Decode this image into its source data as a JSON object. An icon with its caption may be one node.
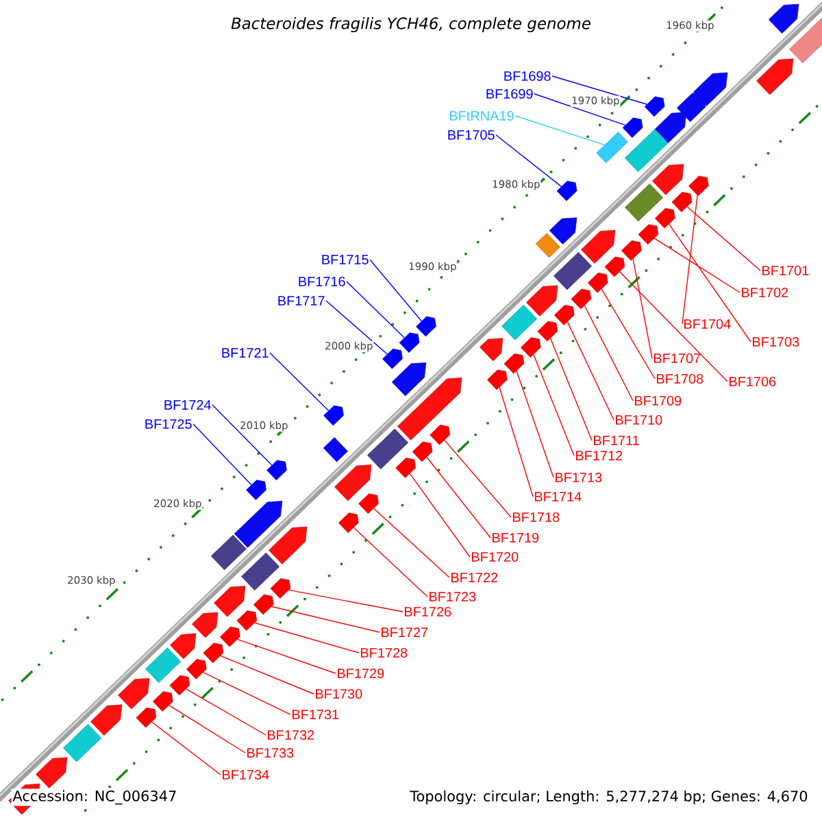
{
  "diagram": {
    "title": "Bacteroides fragilis YCH46, complete genome",
    "nodes": [
      {
        "text": [
          "BF1698"
        ]
      },
      {
        "text": [
          "BF1699"
        ]
      },
      {
        "text": [
          "BFtRNA19"
        ]
      },
      {
        "text": [
          "BF1705"
        ]
      },
      {
        "text": [
          "BF1715"
        ]
      },
      {
        "text": [
          "BF1716"
        ]
      },
      {
        "text": [
          "BF1717"
        ]
      },
      {
        "text": [
          "BF1721"
        ]
      },
      {
        "text": [
          "BF1724"
        ]
      },
      {
        "text": [
          "BF1725"
        ]
      },
      {
        "text": [
          "BF1701"
        ]
      },
      {
        "text": [
          "BF1702"
        ]
      },
      {
        "text": [
          "BF1704"
        ]
      },
      {
        "text": [
          "BF1703"
        ]
      },
      {
        "text": [
          "BF1707"
        ]
      },
      {
        "text": [
          "BF1706"
        ]
      },
      {
        "text": [
          "BF1708"
        ]
      },
      {
        "text": [
          "BF1709"
        ]
      },
      {
        "text": [
          "BF1710"
        ]
      },
      {
        "text": [
          "BF1711"
        ]
      },
      {
        "text": [
          "BF1712"
        ]
      },
      {
        "text": [
          "BF1713"
        ]
      },
      {
        "text": [
          "BF1714"
        ]
      },
      {
        "text": [
          "BF1718"
        ]
      },
      {
        "text": [
          "BF1719"
        ]
      },
      {
        "text": [
          "BF1720"
        ]
      },
      {
        "text": [
          "BF1722"
        ]
      },
      {
        "text": [
          "BF1723"
        ]
      },
      {
        "text": [
          "BF1726"
        ]
      },
      {
        "text": [
          "BF1727"
        ]
      },
      {
        "text": [
          "BF1728"
        ]
      },
      {
        "text": [
          "BF1729"
        ]
      },
      {
        "text": [
          "BF1730"
        ]
      },
      {
        "text": [
          "BF1731"
        ]
      },
      {
        "text": [
          "BF1732"
        ]
      },
      {
        "text": [
          "BF1733"
        ]
      },
      {
        "text": [
          "BF1734"
        ]
      },
      {
        "text": [],
        "shape": "arrow"
      },
      {
        "text": [],
        "shape": "arrow"
      },
      {
        "text": [],
        "shape": "box"
      },
      {
        "text": [],
        "shape": "arrow"
      },
      {
        "text": [],
        "shape": "arrow"
      },
      {
        "text": [],
        "shape": "arrow"
      },
      {
        "text": [],
        "shape": "arrow"
      },
      {
        "text": [],
        "shape": "arrow"
      },
      {
        "text": [],
        "shape": "arrow"
      },
      {
        "text": [],
        "shape": "arrow"
      },
      {
        "text": [],
        "shape": "arrow"
      },
      {
        "text": [],
        "shape": "arrow"
      },
      {
        "text": [],
        "shape": "arrow"
      },
      {
        "text": [],
        "shape": "arrow"
      },
      {
        "text": [],
        "shape": "arrow"
      },
      {
        "text": [],
        "shape": "arrow"
      },
      {
        "text": [],
        "shape": "arrow"
      },
      {
        "text": [],
        "shape": "arrow"
      },
      {
        "text": [],
        "shape": "arrow"
      },
      {
        "text": [],
        "shape": "arrow"
      },
      {
        "text": [],
        "shape": "arrow"
      },
      {
        "text": [],
        "shape": "arrow"
      },
      {
        "text": [],
        "shape": "arrow"
      },
      {
        "text": [],
        "shape": "arrow"
      },
      {
        "text": [],
        "shape": "arrow"
      },
      {
        "text": [],
        "shape": "arrow"
      },
      {
        "text": [],
        "shape": "arrow"
      },
      {
        "text": [],
        "shape": "arrow"
      },
      {
        "text": [],
        "shape": "arrow"
      },
      {
        "text": [],
        "shape": "arrow"
      },
      {
        "text": [],
        "shape": "arrow"
      },
      {
        "text": [],
        "shape": "arrow"
      },
      {
        "text": [],
        "shape": "arrow"
      },
      {
        "text": [],
        "shape": "arrow"
      },
      {
        "text": [],
        "shape": "arrow"
      },
      {
        "text": [],
        "shape": "arrow"
      },
      {
        "text": [],
        "shape": "arrow"
      }
    ],
    "edges": [
      {
        "from": 0,
        "to": 37,
        "arrow": "none",
        "color": "#0000ff"
      },
      {
        "from": 1,
        "to": 38,
        "arrow": "none",
        "color": "#0000ff"
      },
      {
        "from": 2,
        "to": 39,
        "arrow": "none",
        "color": "#33ccff"
      },
      {
        "from": 3,
        "to": 40,
        "arrow": "none",
        "color": "#0000ff"
      },
      {
        "from": 4,
        "to": 41,
        "arrow": "none",
        "color": "#0000ff"
      },
      {
        "from": 5,
        "to": 42,
        "arrow": "none",
        "color": "#0000ff"
      },
      {
        "from": 6,
        "to": 43,
        "arrow": "none",
        "color": "#0000ff"
      },
      {
        "from": 7,
        "to": 44,
        "arrow": "none",
        "color": "#0000ff"
      },
      {
        "from": 8,
        "to": 45,
        "arrow": "none",
        "color": "#0000ff"
      },
      {
        "from": 9,
        "to": 46,
        "arrow": "none",
        "color": "#0000ff"
      },
      {
        "from": 10,
        "to": 47,
        "arrow": "none"
      },
      {
        "from": 11,
        "to": 48,
        "arrow": "none"
      },
      {
        "from": 12,
        "to": 49,
        "arrow": "none"
      },
      {
        "from": 13,
        "to": 50,
        "arrow": "none"
      },
      {
        "from": 14,
        "to": 51,
        "arrow": "none"
      },
      {
        "from": 15,
        "to": 52,
        "arrow": "none"
      },
      {
        "from": 16,
        "to": 53,
        "arrow": "none"
      },
      {
        "from": 17,
        "to": 54,
        "arrow": "none"
      },
      {
        "from": 18,
        "to": 55,
        "arrow": "none"
      },
      {
        "from": 19,
        "to": 56,
        "arrow": "none"
      },
      {
        "from": 20,
        "to": 57,
        "arrow": "none"
      },
      {
        "from": 21,
        "to": 58,
        "arrow": "none"
      },
      {
        "from": 22,
        "to": 59,
        "arrow": "none"
      },
      {
        "from": 23,
        "to": 60,
        "arrow": "none"
      },
      {
        "from": 24,
        "to": 61,
        "arrow": "none"
      },
      {
        "from": 25,
        "to": 62,
        "arrow": "none"
      },
      {
        "from": 26,
        "to": 63,
        "arrow": "none"
      },
      {
        "from": 27,
        "to": 64,
        "arrow": "none"
      },
      {
        "from": 28,
        "to": 65,
        "arrow": "none"
      },
      {
        "from": 29,
        "to": 66,
        "arrow": "none"
      },
      {
        "from": 30,
        "to": 67,
        "arrow": "none"
      },
      {
        "from": 31,
        "to": 68,
        "arrow": "none"
      },
      {
        "from": 32,
        "to": 69,
        "arrow": "none"
      },
      {
        "from": 33,
        "to": 70,
        "arrow": "none"
      },
      {
        "from": 34,
        "to": 71,
        "arrow": "none"
      },
      {
        "from": 35,
        "to": 72,
        "arrow": "none"
      },
      {
        "from": 36,
        "to": 73,
        "arrow": "none"
      }
    ],
    "labels": [
      "1960 kbp",
      "1970 kbp",
      "1980 kbp",
      "1990 kbp",
      "2000 kbp",
      "2010 kbp",
      "2020 kbp",
      "2030 kbp",
      "Accession: NC_006347",
      "Topology: circular; Length: 5,277,274 bp; Genes: 4,670"
    ]
  }
}
